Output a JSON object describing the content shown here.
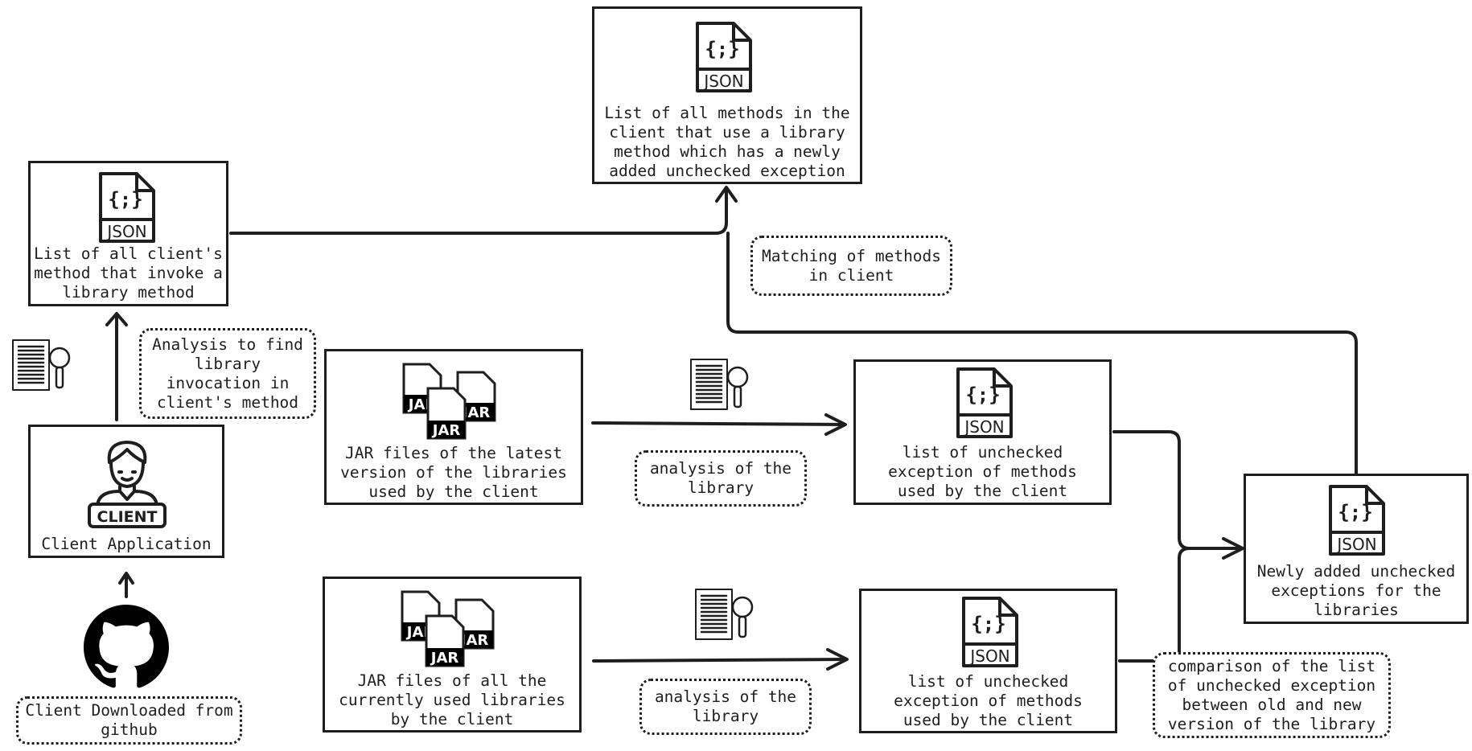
{
  "diagram": {
    "nodes": {
      "client_methods_json": {
        "icon": "json-file-icon",
        "label": "List of all client's\nmethod that invoke a\nlibrary method"
      },
      "client_app": {
        "icon": "client-person-icon",
        "badge": "CLIENT",
        "label": "Client Application"
      },
      "github": {
        "icon": "github-icon",
        "label": "Client Downloaded from\ngithub"
      },
      "analysis_client": {
        "label": "Analysis to find\nlibrary\ninvocation in\nclient's method"
      },
      "result_json": {
        "icon": "json-file-icon",
        "label": "List of all methods in the\nclient that use a library\nmethod which has a newly\nadded unchecked exception"
      },
      "matching": {
        "label": "Matching of methods\nin client"
      },
      "latest_jars": {
        "icon": "jar-files-icon",
        "label": "JAR files of the latest\nversion of the libraries\nused by the client"
      },
      "analysis_library_top": {
        "label": "analysis of the\nlibrary"
      },
      "unchecked_latest_json": {
        "icon": "json-file-icon",
        "label": "list of unchecked\nexception of methods\nused by the client"
      },
      "newly_added_json": {
        "icon": "json-file-icon",
        "label": "Newly added unchecked\nexceptions for the\nlibraries"
      },
      "current_jars": {
        "icon": "jar-files-icon",
        "label": "JAR files of all the\ncurrently used libraries\nby the client"
      },
      "analysis_library_bottom": {
        "label": "analysis of the\nlibrary"
      },
      "unchecked_current_json": {
        "icon": "json-file-icon",
        "label": "list of unchecked\nexception of methods\nused by the client"
      },
      "comparison": {
        "label": "comparison of the list\nof unchecked exception\nbetween old and new\nversion of the library"
      }
    },
    "icon_text": {
      "json_tag": "JSON",
      "json_glyph": "{;}",
      "jar_tag": "JAR"
    }
  }
}
